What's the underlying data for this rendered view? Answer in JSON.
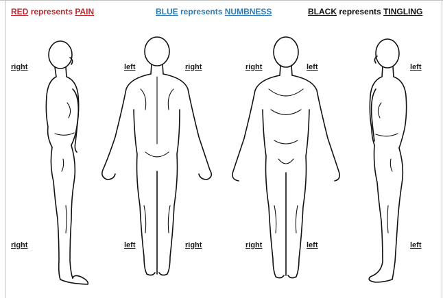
{
  "legend": [
    {
      "key": "RED",
      "middle": "represents",
      "symptom": "PAIN",
      "color": "#c0262d"
    },
    {
      "key": "BLUE",
      "middle": "represents",
      "symptom": "NUMBNESS",
      "color": "#2a7bb5"
    },
    {
      "key": "BLACK",
      "middle": "represents",
      "symptom": "TINGLING",
      "color": "#111111"
    }
  ],
  "labels": {
    "side_view_1_top": "right",
    "side_view_1_bottom": "right",
    "back_view_left_top": "left",
    "back_view_left_bottom": "left",
    "back_view_right_top": "right",
    "back_view_right_bottom": "right",
    "front_view_right_top": "right",
    "front_view_right_bottom": "right",
    "front_view_left_top": "left",
    "front_view_left_bottom": "left",
    "side_view_2_top": "left",
    "side_view_2_bottom": "left"
  }
}
